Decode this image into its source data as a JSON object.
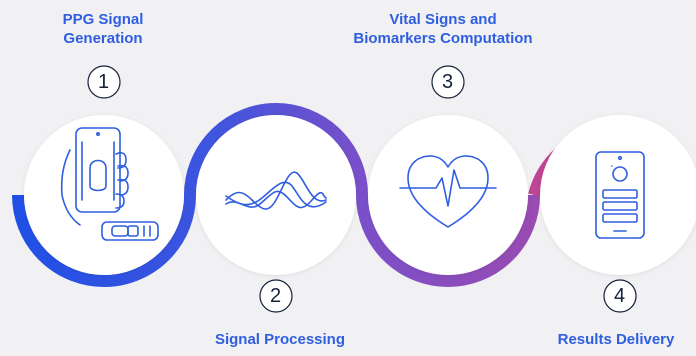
{
  "steps": [
    {
      "number": "1",
      "title_lines": [
        "PPG Signal",
        "Generation"
      ],
      "icon": "phone-finger-oximeter-icon"
    },
    {
      "number": "2",
      "title_lines": [
        "Signal Processing"
      ],
      "icon": "signal-wave-icon"
    },
    {
      "number": "3",
      "title_lines": [
        "Vital Signs and",
        "Biomarkers Computation"
      ],
      "icon": "heart-pulse-icon"
    },
    {
      "number": "4",
      "title_lines": [
        "Results Delivery"
      ],
      "icon": "phone-results-icon"
    }
  ],
  "colors": {
    "title": "#2f5fe0",
    "gradient_start": "#1f4fe6",
    "gradient_mid": "#7b4fc9",
    "gradient_end": "#ef3f78",
    "ink": "#16213a",
    "background": "#f1f1f3"
  }
}
